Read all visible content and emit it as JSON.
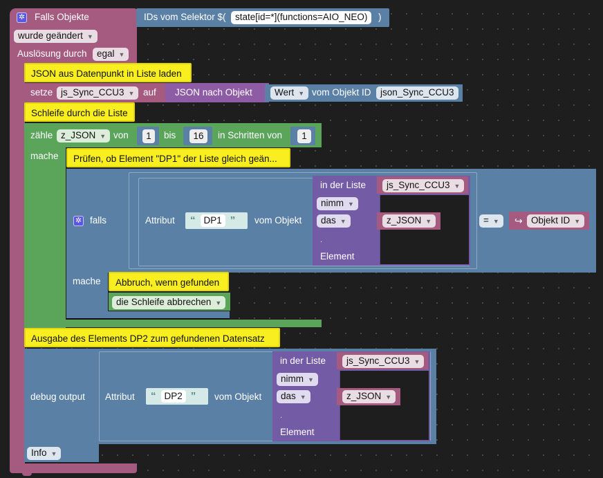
{
  "event_block": {
    "label": "Falls Objekte",
    "selector_label": "IDs vom Selektor $(",
    "selector_value": "state[id=*](functions=AIO_NEO)",
    "selector_close": ")",
    "change_value": "wurde geändert",
    "trigger_label": "Auslösung durch",
    "trigger_value": "egal"
  },
  "comment_load": "JSON aus Datenpunkt in Liste laden",
  "set_block": {
    "label": "setze",
    "variable": "js_Sync_CCU3",
    "on_label": "auf",
    "json_label": "JSON nach Objekt",
    "value_dropdown": "Wert",
    "of_object_label": "vom Objekt ID",
    "object_id": "json_Sync_CCU3"
  },
  "comment_loop": "Schleife durch die Liste",
  "loop_block": {
    "count_label": "zähle",
    "variable": "z_JSON",
    "from_label": "von",
    "from_value": "1",
    "to_label": "bis",
    "to_value": "16",
    "step_label": "in Schritten von",
    "step_value": "1",
    "do_label": "mache"
  },
  "comment_check": "Prüfen, ob Element \"DP1\" der Liste gleich geän...",
  "if_block": {
    "if_label": "falls",
    "attribute_label": "Attribut",
    "attribute_value": "DP1",
    "of_object_label": "vom Objekt",
    "in_list_label": "in der Liste",
    "list_variable": "js_Sync_CCU3",
    "take_dropdown": "nimm",
    "the_dropdown": "das",
    "index_variable": "z_JSON",
    "dot": ".",
    "element_label": "Element",
    "compare_op": "=",
    "object_id_dropdown": "Objekt ID",
    "do_label": "mache"
  },
  "comment_break": "Abbruch, wenn gefunden",
  "break_block": "die Schleife abbrechen",
  "comment_output": "Ausgabe des Elements DP2 zum gefundenen Datensatz",
  "debug_block": {
    "label": "debug output",
    "attribute_label": "Attribut",
    "attribute_value": "DP2",
    "of_object_label": "vom Objekt",
    "in_list_label": "in der Liste",
    "list_variable": "js_Sync_CCU3",
    "take_dropdown": "nimm",
    "the_dropdown": "das",
    "index_variable": "z_JSON",
    "dot": ".",
    "element_label": "Element",
    "level_dropdown": "Info"
  },
  "icons": {
    "gear": "gear-icon",
    "dropdown": "chevron-down-icon",
    "quote": "quote-icon",
    "reference": "reference-arrow-icon"
  },
  "colors": {
    "event": "#a55b80",
    "string_value": "#5b80a5",
    "loop": "#5ba55b",
    "logic": "#5b80a5",
    "list": "#745ba5",
    "comment": "#f8ee20",
    "json": "#8e5ba5"
  }
}
